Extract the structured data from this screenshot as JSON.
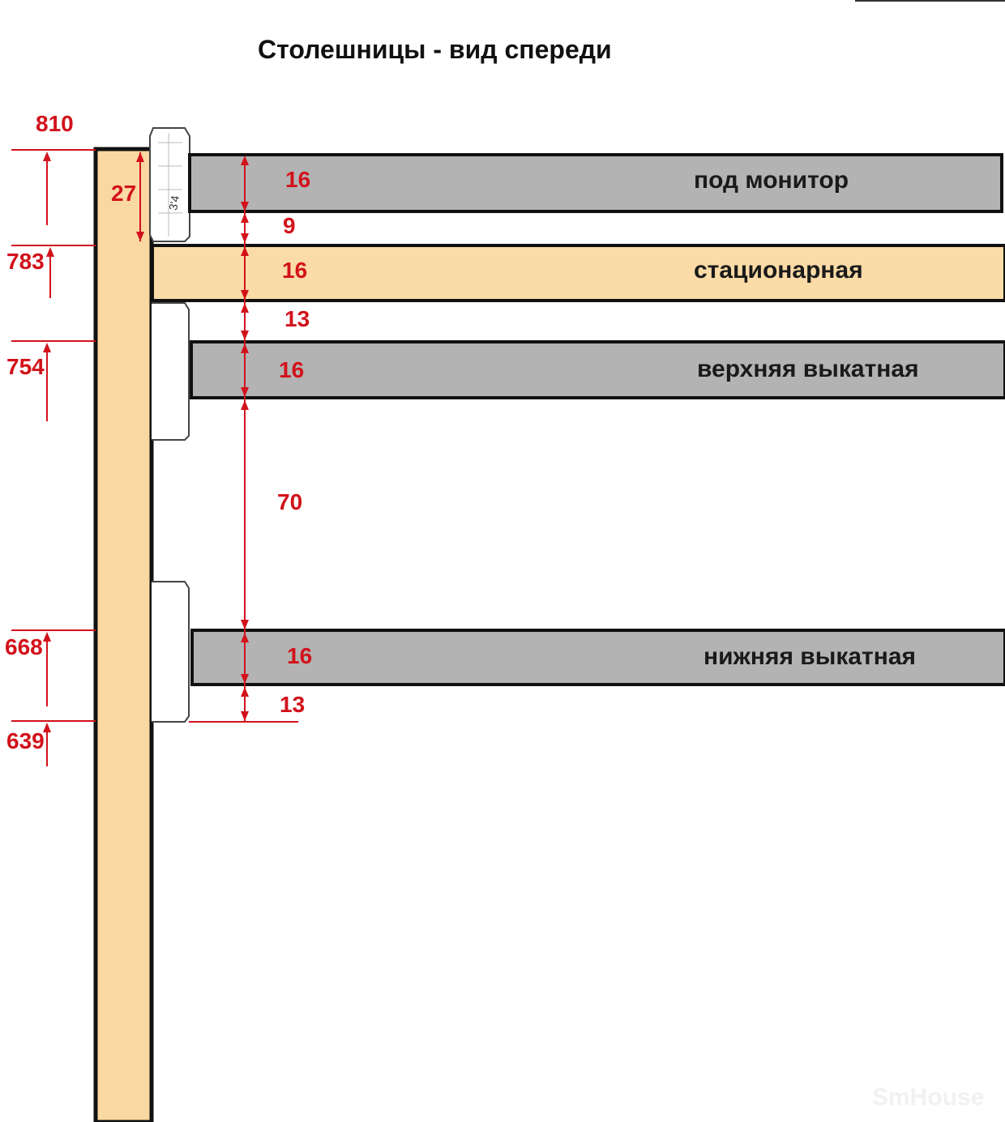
{
  "title": "Столешницы - вид спереди",
  "colors": {
    "post": "#fad8a1",
    "stationary": "#fbdba6",
    "gray_board": "#b3b3b3",
    "dimension": "#d2121b",
    "outline": "#111111"
  },
  "boards": [
    {
      "label": "под монитор",
      "thickness": "16",
      "color": "#b3b3b3"
    },
    {
      "label": "стационарная",
      "thickness": "16",
      "color": "#fbdba6"
    },
    {
      "label": "верхняя выкатная",
      "thickness": "16",
      "color": "#b3b3b3"
    },
    {
      "label": "нижняя выкатная",
      "thickness": "16",
      "color": "#b3b3b3"
    }
  ],
  "gaps": [
    "9",
    "13",
    "70",
    "13"
  ],
  "post_offset": "27",
  "height_marks": [
    "810",
    "783",
    "754",
    "668",
    "639"
  ],
  "note": "3'4",
  "watermark": "SmHouse"
}
